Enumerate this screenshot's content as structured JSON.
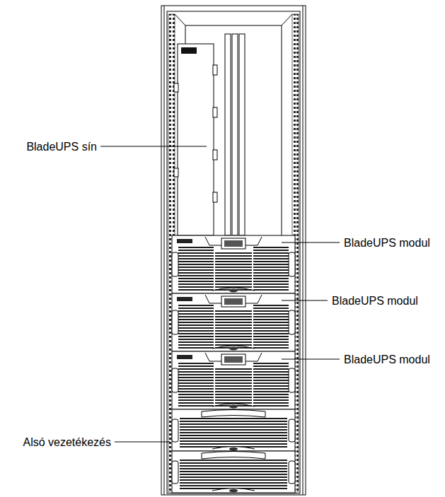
{
  "diagram": {
    "labels": [
      "BladeUPS sín",
      "BladeUPS modul",
      "BladeUPS modul",
      "BladeUPS modul",
      "Alsó vezetékezés"
    ]
  }
}
